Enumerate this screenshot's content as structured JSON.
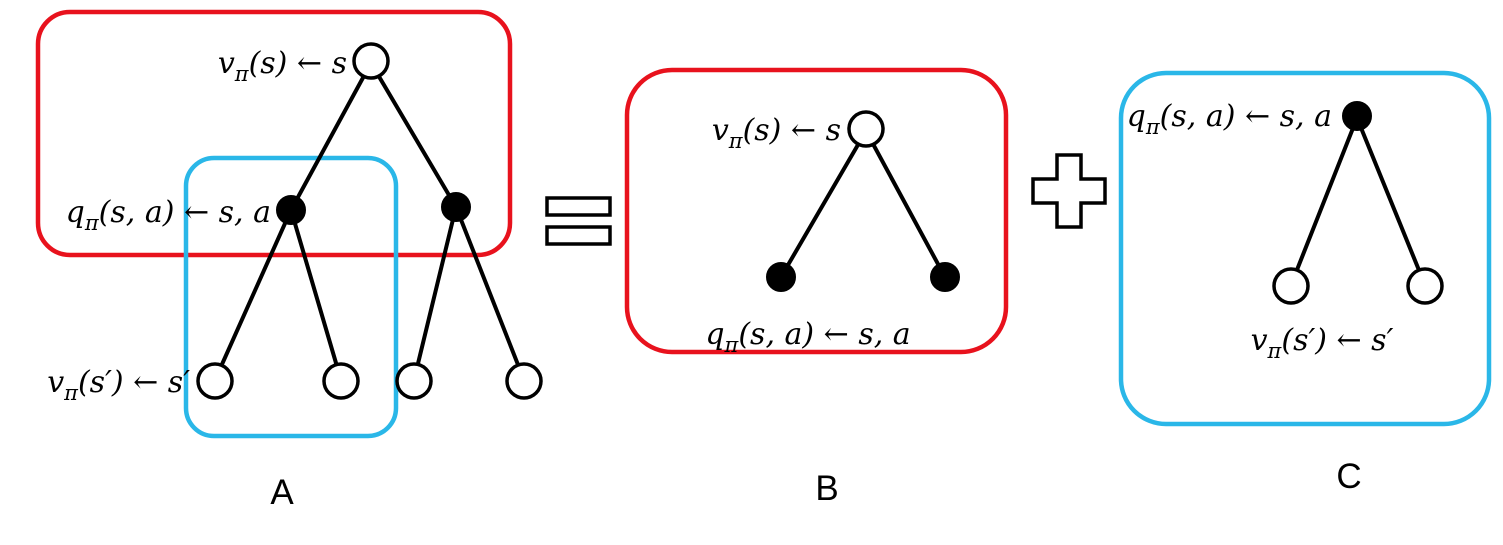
{
  "panels": {
    "a": {
      "letter": "A",
      "root_label": {
        "var": "v",
        "sub": "π",
        "rest": "(s) ← s"
      },
      "action_label": {
        "var": "q",
        "sub": "π",
        "rest": "(s, a) ← s, a"
      },
      "leaf_label": {
        "var": "v",
        "sub": "π",
        "rest": "(s′) ← s′"
      }
    },
    "b": {
      "letter": "B",
      "root_label": {
        "var": "v",
        "sub": "π",
        "rest": "(s) ← s"
      },
      "action_label": {
        "var": "q",
        "sub": "π",
        "rest": "(s, a) ← s, a"
      }
    },
    "c": {
      "letter": "C",
      "root_label": {
        "var": "q",
        "sub": "π",
        "rest": "(s, a) ← s, a"
      },
      "leaf_label": {
        "var": "v",
        "sub": "π",
        "rest": "(s′) ← s′"
      }
    }
  },
  "operators": {
    "equals_icon": "equals-sign",
    "plus_icon": "plus-sign"
  },
  "colors": {
    "red": "#e8121d",
    "cyan": "#2ab7e8",
    "black": "#000000",
    "white": "#ffffff"
  }
}
